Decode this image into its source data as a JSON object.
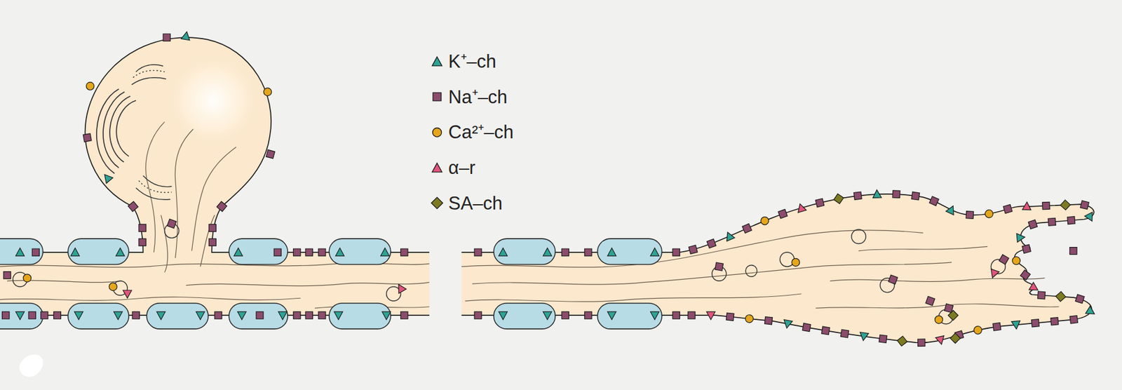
{
  "diagram": {
    "legend": [
      {
        "text": "K⁺–ch"
      },
      {
        "text": "Na⁺–ch"
      },
      {
        "text": "Ca²⁺–ch"
      },
      {
        "text": "α–r"
      },
      {
        "text": "SA–ch"
      }
    ]
  }
}
